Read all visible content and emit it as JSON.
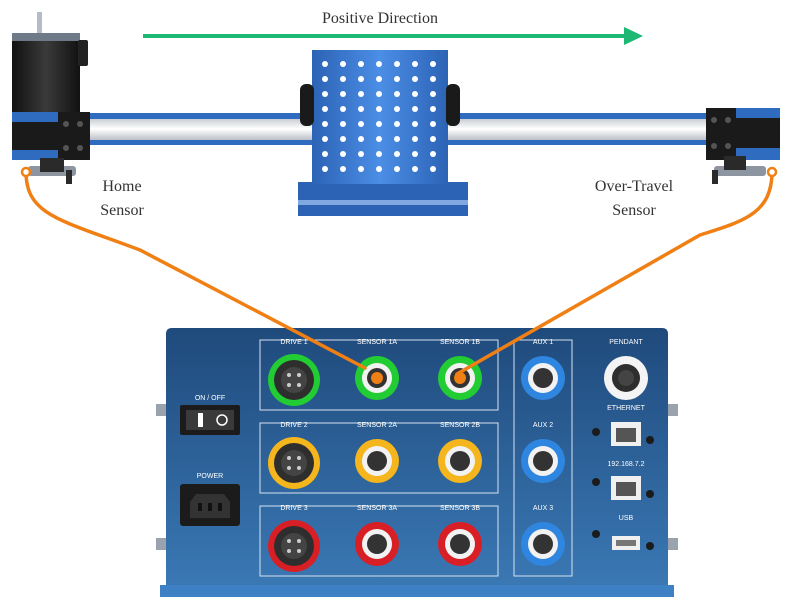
{
  "diagram": {
    "direction_label": "Positive Direction",
    "home_sensor": [
      "Home",
      "Sensor"
    ],
    "overtravel_sensor": [
      "Over-Travel",
      "Sensor"
    ]
  },
  "panel": {
    "on_off": "ON / OFF",
    "power": "POWER",
    "drive1": "DRIVE 1",
    "drive2": "DRIVE 2",
    "drive3": "DRIVE 3",
    "sensor1a": "SENSOR 1A",
    "sensor1b": "SENSOR 1B",
    "sensor2a": "SENSOR 2A",
    "sensor2b": "SENSOR 2B",
    "sensor3a": "SENSOR 3A",
    "sensor3b": "SENSOR 3B",
    "aux1": "AUX 1",
    "aux2": "AUX 2",
    "aux3": "AUX 3",
    "pendant": "PENDANT",
    "ethernet": "ETHERNET",
    "ip": "192.168.7.2",
    "usb": "USB"
  },
  "colors": {
    "arrow": "#1db874",
    "cable": "#f07f14",
    "panel": "#2d5f93",
    "rail": "#2f6cc0",
    "green": "#22cc33",
    "yellow": "#f5b51c",
    "red": "#d81f26",
    "blue": "#2f86e0"
  }
}
